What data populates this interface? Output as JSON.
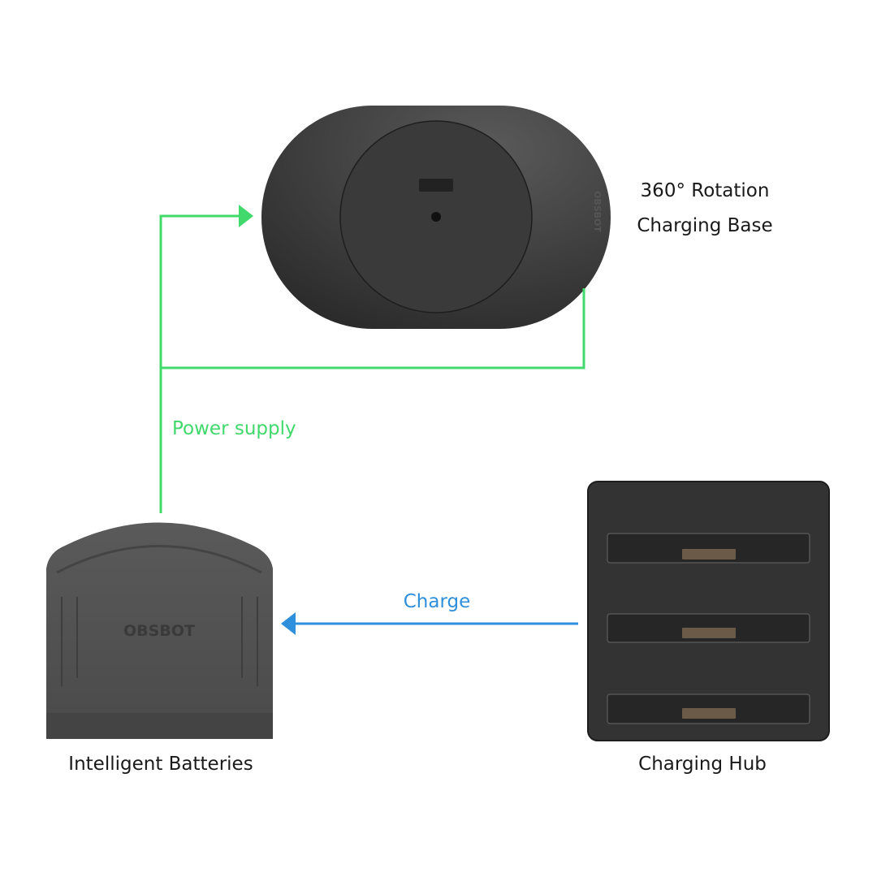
{
  "colors": {
    "power": "#41d96b",
    "charge": "#2e8fdc",
    "device": "#3a3a3a",
    "text": "#1a1a1a"
  },
  "devices": {
    "base": {
      "label_line1": "360° Rotation",
      "label_line2": "Charging Base",
      "brand": "OBSBOT"
    },
    "batteries": {
      "label": "Intelligent Batteries",
      "brand": "OBSBOT"
    },
    "hub": {
      "label": "Charging Hub"
    }
  },
  "flows": {
    "power": {
      "label": "Power supply"
    },
    "charge": {
      "label": "Charge"
    }
  }
}
